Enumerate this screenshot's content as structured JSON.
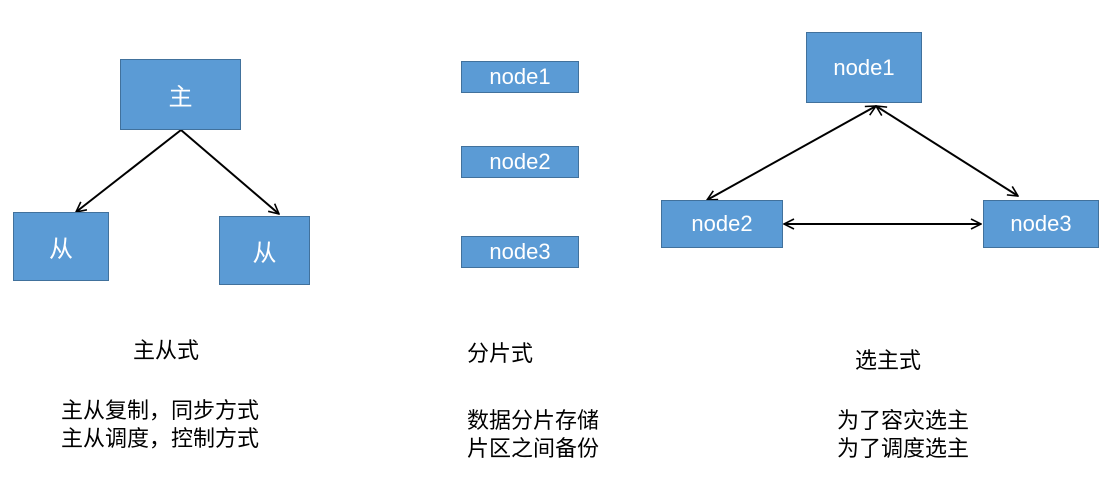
{
  "colors": {
    "box_fill": "#5b9bd5",
    "box_border": "#41719c",
    "box_text": "#ffffff",
    "line": "#000000"
  },
  "master_slave": {
    "master_label": "主",
    "slave_left_label": "从",
    "slave_right_label": "从",
    "title": "主从式",
    "desc_line1": "主从复制，同步方式",
    "desc_line2": "主从调度，控制方式"
  },
  "sharding": {
    "node1": "node1",
    "node2": "node2",
    "node3": "node3",
    "title": "分片式",
    "desc_line1": "数据分片存储",
    "desc_line2": "片区之间备份"
  },
  "election": {
    "node1": "node1",
    "node2": "node2",
    "node3": "node3",
    "title": "选主式",
    "desc_line1": "为了容灾选主",
    "desc_line2": "为了调度选主"
  }
}
